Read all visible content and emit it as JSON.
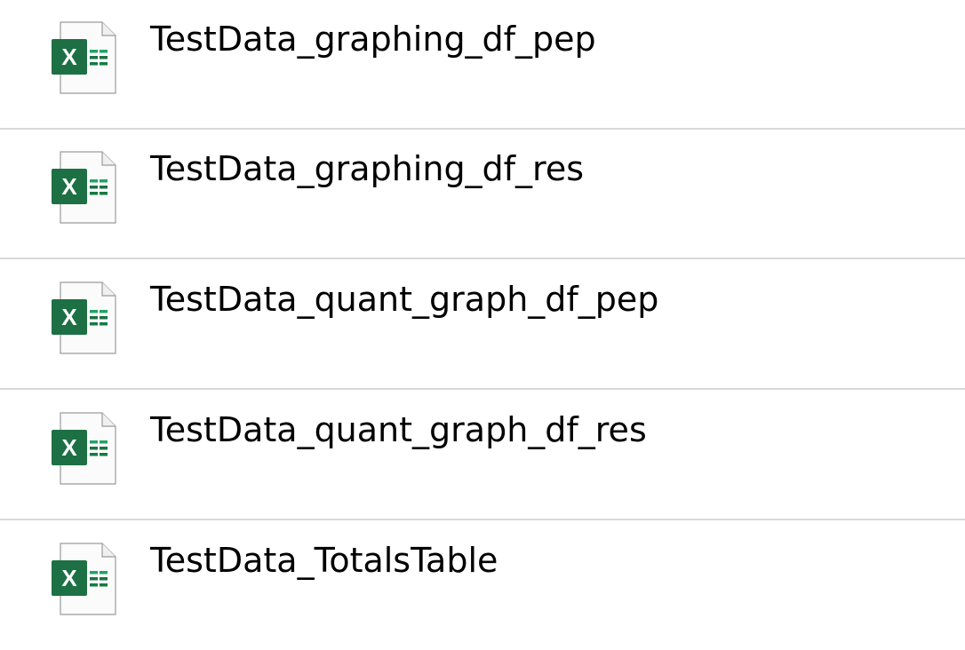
{
  "files": [
    {
      "name": "TestData_graphing_df_pep",
      "icon": "excel-file-icon"
    },
    {
      "name": "TestData_graphing_df_res",
      "icon": "excel-file-icon"
    },
    {
      "name": "TestData_quant_graph_df_pep",
      "icon": "excel-file-icon"
    },
    {
      "name": "TestData_quant_graph_df_res",
      "icon": "excel-file-icon"
    },
    {
      "name": "TestData_TotalsTable",
      "icon": "excel-file-icon"
    }
  ],
  "icon_letter": "X",
  "colors": {
    "excel_green": "#1d7044",
    "excel_green_light": "#21a366",
    "divider": "#d9d9d9",
    "page_border": "#9b9b9b"
  }
}
